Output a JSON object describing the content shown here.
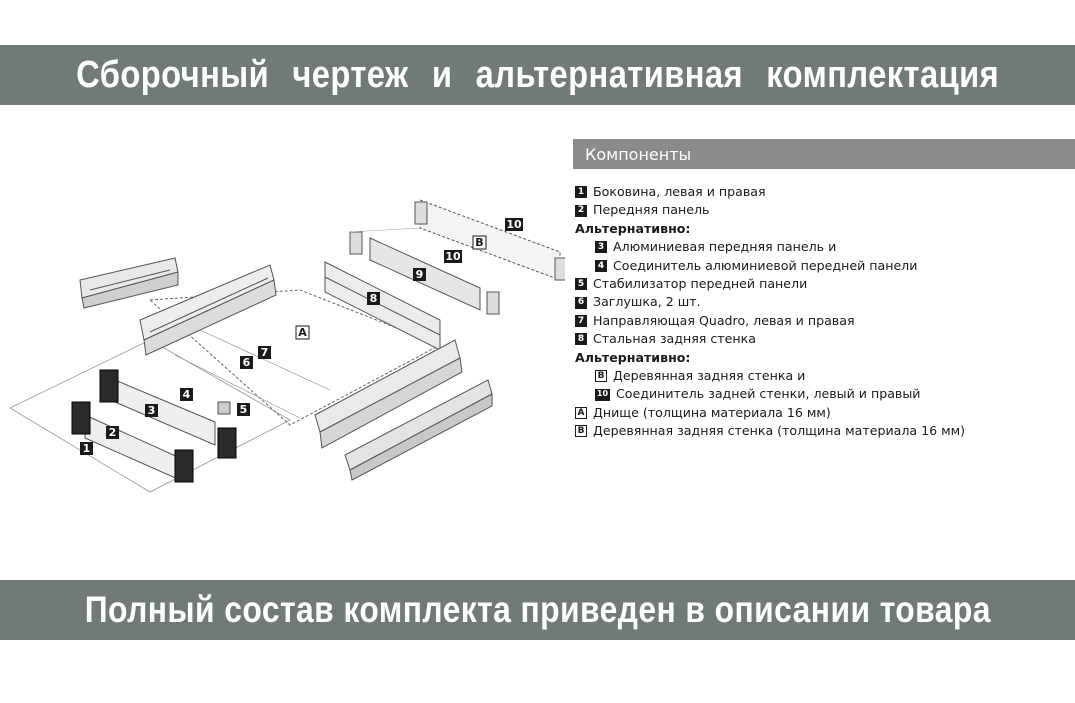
{
  "banners": {
    "top": "Сборочный чертеж и альтернативная комплектация",
    "bottom": "Полный состав комплекта приведен в описании товара"
  },
  "components": {
    "header": "Компоненты",
    "rows": [
      {
        "marker": "1",
        "style": "filled",
        "text": "Боковина, левая и правая",
        "indent": false
      },
      {
        "marker": "2",
        "style": "filled",
        "text": "Передняя панель",
        "indent": false
      },
      {
        "marker": "",
        "style": "none",
        "text": "Альтернативно:",
        "indent": false
      },
      {
        "marker": "3",
        "style": "filled",
        "text": "Алюминиевая передняя панель и",
        "indent": true
      },
      {
        "marker": "4",
        "style": "filled",
        "text": "Соединитель алюминиевой передней панели",
        "indent": true
      },
      {
        "marker": "5",
        "style": "filled",
        "text": "Стабилизатор передней панели",
        "indent": false
      },
      {
        "marker": "6",
        "style": "filled",
        "text": "Заглушка, 2 шт.",
        "indent": false
      },
      {
        "marker": "7",
        "style": "filled",
        "text": "Направляющая Quadro, левая и правая",
        "indent": false
      },
      {
        "marker": "8",
        "style": "filled",
        "text": "Стальная задняя стенка",
        "indent": false
      },
      {
        "marker": "",
        "style": "none",
        "text": "Альтернативно:",
        "indent": false
      },
      {
        "marker": "B",
        "style": "outline",
        "text": "Деревянная задняя стенка и",
        "indent": true
      },
      {
        "marker": "10",
        "style": "filled",
        "text": "Соединитель задней стенки, левый и правый",
        "indent": true
      },
      {
        "marker": "A",
        "style": "outline",
        "text": "Днище (толщина материала 16 мм)",
        "indent": false
      },
      {
        "marker": "B",
        "style": "outline",
        "text": "Деревянная задняя стенка (толщина материала 16 мм)",
        "indent": false
      }
    ]
  },
  "drawing": {
    "labels": [
      "1",
      "2",
      "3",
      "4",
      "5",
      "6",
      "7",
      "8",
      "9",
      "10",
      "10",
      "A",
      "B"
    ],
    "colors": {
      "line": "#555555",
      "panel": "#e4e4e4",
      "dark": "#2a2a2a",
      "banner": "#717b76"
    }
  }
}
